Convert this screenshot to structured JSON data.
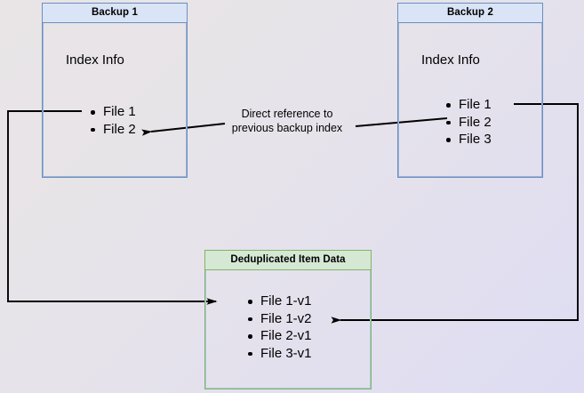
{
  "diagram": {
    "title_hidden": "",
    "colors": {
      "blue_border": "#6c8ebf",
      "blue_fill": "#d9e4f7",
      "green_border": "#82b366",
      "green_fill": "#d5e8d4",
      "line": "#000000",
      "bg_start": "#e9e5e6",
      "bg_end": "#dedcf3"
    },
    "nodes": {
      "backup1": {
        "header": "Backup 1",
        "section_title": "Index Info",
        "files": [
          "File 1",
          "File 2"
        ]
      },
      "backup2": {
        "header": "Backup 2",
        "section_title": "Index Info",
        "files": [
          "File 1",
          "File 2",
          "File 3"
        ]
      },
      "dedup": {
        "header": "Deduplicated Item Data",
        "files": [
          "File 1-v1",
          "File 1-v2",
          "File 2-v1",
          "File 3-v1"
        ]
      }
    },
    "annotations": {
      "direct_reference_line1": "Direct reference to",
      "direct_reference_line2": "previous backup index"
    },
    "edges": [
      {
        "name": "backup1-file1-to-dedup-file1v1",
        "from": "Backup 1 / File 1",
        "to": "Deduplicated Item Data / File 1-v1"
      },
      {
        "name": "backup2-file1-to-dedup-file1v2",
        "from": "Backup 2 / File 1",
        "to": "Deduplicated Item Data / File 1-v2"
      },
      {
        "name": "backup2-file2-to-backup1-file2",
        "from": "Backup 2 / File 2",
        "to": "Backup 1 / File 2",
        "label": "Direct reference to previous backup index"
      }
    ]
  }
}
